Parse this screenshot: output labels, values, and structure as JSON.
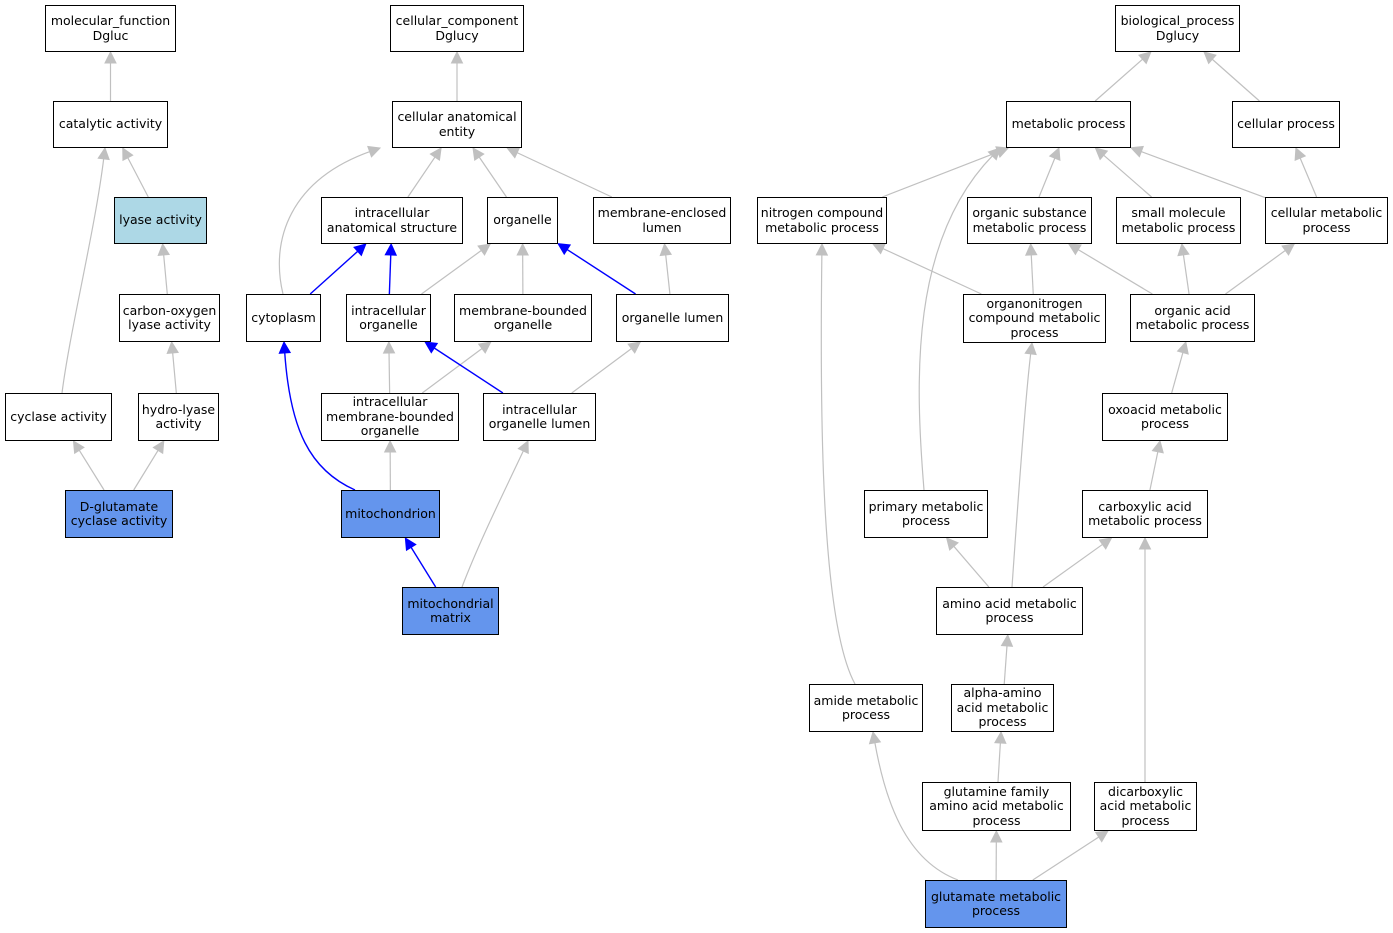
{
  "colors": {
    "edge_default": "#c0c0c0",
    "edge_part_of": "#0000ff",
    "node_fill": "#ffffff",
    "node_highlight": "#6495ed",
    "node_ancestor": "#add8e6",
    "node_border": "#000000"
  },
  "graph": {
    "nodes": [
      {
        "id": "mf_root",
        "label": "molecular_function\nDgluc"
      },
      {
        "id": "catalytic",
        "label": "catalytic activity"
      },
      {
        "id": "lyase",
        "label": "lyase activity",
        "style": "ancestor"
      },
      {
        "id": "co_lyase",
        "label": "carbon-oxygen\nlyase activity"
      },
      {
        "id": "cyclase",
        "label": "cyclase activity"
      },
      {
        "id": "hydro_lyase",
        "label": "hydro-lyase\nactivity"
      },
      {
        "id": "dglut_cyclase",
        "label": "D-glutamate\ncyclase activity",
        "style": "highlight"
      },
      {
        "id": "cc_root",
        "label": "cellular_component\nDglucy"
      },
      {
        "id": "cae",
        "label": "cellular anatomical\nentity"
      },
      {
        "id": "ias",
        "label": "intracellular\nanatomical structure"
      },
      {
        "id": "organelle",
        "label": "organelle"
      },
      {
        "id": "mel",
        "label": "membrane-enclosed\nlumen"
      },
      {
        "id": "cytoplasm",
        "label": "cytoplasm"
      },
      {
        "id": "intra_org",
        "label": "intracellular\norganelle"
      },
      {
        "id": "mb_org",
        "label": "membrane-bounded\norganelle"
      },
      {
        "id": "org_lumen",
        "label": "organelle lumen"
      },
      {
        "id": "imbo",
        "label": "intracellular\nmembrane-bounded\norganelle"
      },
      {
        "id": "iol",
        "label": "intracellular\norganelle lumen"
      },
      {
        "id": "mito",
        "label": "mitochondrion",
        "style": "highlight"
      },
      {
        "id": "mito_matrix",
        "label": "mitochondrial\nmatrix",
        "style": "highlight"
      },
      {
        "id": "bp_root",
        "label": "biological_process\nDglucy"
      },
      {
        "id": "metabolic",
        "label": "metabolic process"
      },
      {
        "id": "cellular_proc",
        "label": "cellular process"
      },
      {
        "id": "nitrogen",
        "label": "nitrogen compound\nmetabolic process"
      },
      {
        "id": "org_subst",
        "label": "organic substance\nmetabolic process"
      },
      {
        "id": "small_mol",
        "label": "small molecule\nmetabolic process"
      },
      {
        "id": "cell_metab",
        "label": "cellular metabolic\nprocess"
      },
      {
        "id": "organonitrogen",
        "label": "organonitrogen\ncompound metabolic\nprocess"
      },
      {
        "id": "org_acid",
        "label": "organic acid\nmetabolic process"
      },
      {
        "id": "oxoacid",
        "label": "oxoacid metabolic\nprocess"
      },
      {
        "id": "primary",
        "label": "primary metabolic\nprocess"
      },
      {
        "id": "carboxylic",
        "label": "carboxylic acid\nmetabolic process"
      },
      {
        "id": "amino_acid",
        "label": "amino acid metabolic\nprocess"
      },
      {
        "id": "amide",
        "label": "amide metabolic\nprocess"
      },
      {
        "id": "alpha_amino",
        "label": "alpha-amino\nacid metabolic\nprocess"
      },
      {
        "id": "glut_family",
        "label": "glutamine family\namino acid metabolic\nprocess"
      },
      {
        "id": "dicarboxylic",
        "label": "dicarboxylic\nacid metabolic\nprocess"
      },
      {
        "id": "glut_metab",
        "label": "glutamate metabolic\nprocess",
        "style": "highlight"
      }
    ],
    "edges": [
      {
        "from": "catalytic",
        "to": "mf_root"
      },
      {
        "from": "lyase",
        "to": "catalytic"
      },
      {
        "from": "cyclase",
        "to": "catalytic"
      },
      {
        "from": "co_lyase",
        "to": "lyase"
      },
      {
        "from": "hydro_lyase",
        "to": "co_lyase"
      },
      {
        "from": "dglut_cyclase",
        "to": "cyclase"
      },
      {
        "from": "dglut_cyclase",
        "to": "hydro_lyase"
      },
      {
        "from": "cae",
        "to": "cc_root"
      },
      {
        "from": "ias",
        "to": "cae"
      },
      {
        "from": "organelle",
        "to": "cae"
      },
      {
        "from": "mel",
        "to": "cae"
      },
      {
        "from": "cytoplasm",
        "to": "cae"
      },
      {
        "from": "cytoplasm",
        "to": "ias",
        "type": "part_of"
      },
      {
        "from": "intra_org",
        "to": "ias",
        "type": "part_of"
      },
      {
        "from": "intra_org",
        "to": "organelle"
      },
      {
        "from": "mb_org",
        "to": "organelle"
      },
      {
        "from": "org_lumen",
        "to": "organelle",
        "type": "part_of"
      },
      {
        "from": "org_lumen",
        "to": "mel"
      },
      {
        "from": "imbo",
        "to": "intra_org"
      },
      {
        "from": "imbo",
        "to": "mb_org"
      },
      {
        "from": "iol",
        "to": "intra_org",
        "type": "part_of"
      },
      {
        "from": "iol",
        "to": "org_lumen"
      },
      {
        "from": "mito",
        "to": "cytoplasm",
        "type": "part_of"
      },
      {
        "from": "mito",
        "to": "imbo"
      },
      {
        "from": "mito_matrix",
        "to": "mito",
        "type": "part_of"
      },
      {
        "from": "mito_matrix",
        "to": "iol"
      },
      {
        "from": "metabolic",
        "to": "bp_root"
      },
      {
        "from": "cellular_proc",
        "to": "bp_root"
      },
      {
        "from": "nitrogen",
        "to": "metabolic"
      },
      {
        "from": "org_subst",
        "to": "metabolic"
      },
      {
        "from": "small_mol",
        "to": "metabolic"
      },
      {
        "from": "cell_metab",
        "to": "metabolic"
      },
      {
        "from": "cell_metab",
        "to": "cellular_proc"
      },
      {
        "from": "primary",
        "to": "metabolic"
      },
      {
        "from": "organonitrogen",
        "to": "nitrogen"
      },
      {
        "from": "organonitrogen",
        "to": "org_subst"
      },
      {
        "from": "org_acid",
        "to": "org_subst"
      },
      {
        "from": "org_acid",
        "to": "small_mol"
      },
      {
        "from": "org_acid",
        "to": "cell_metab"
      },
      {
        "from": "oxoacid",
        "to": "org_acid"
      },
      {
        "from": "carboxylic",
        "to": "oxoacid"
      },
      {
        "from": "amino_acid",
        "to": "primary"
      },
      {
        "from": "amino_acid",
        "to": "organonitrogen"
      },
      {
        "from": "amino_acid",
        "to": "carboxylic"
      },
      {
        "from": "amide",
        "to": "nitrogen"
      },
      {
        "from": "alpha_amino",
        "to": "amino_acid"
      },
      {
        "from": "glut_family",
        "to": "alpha_amino"
      },
      {
        "from": "dicarboxylic",
        "to": "carboxylic"
      },
      {
        "from": "glut_metab",
        "to": "amide"
      },
      {
        "from": "glut_metab",
        "to": "glut_family"
      },
      {
        "from": "glut_metab",
        "to": "dicarboxylic"
      }
    ]
  }
}
